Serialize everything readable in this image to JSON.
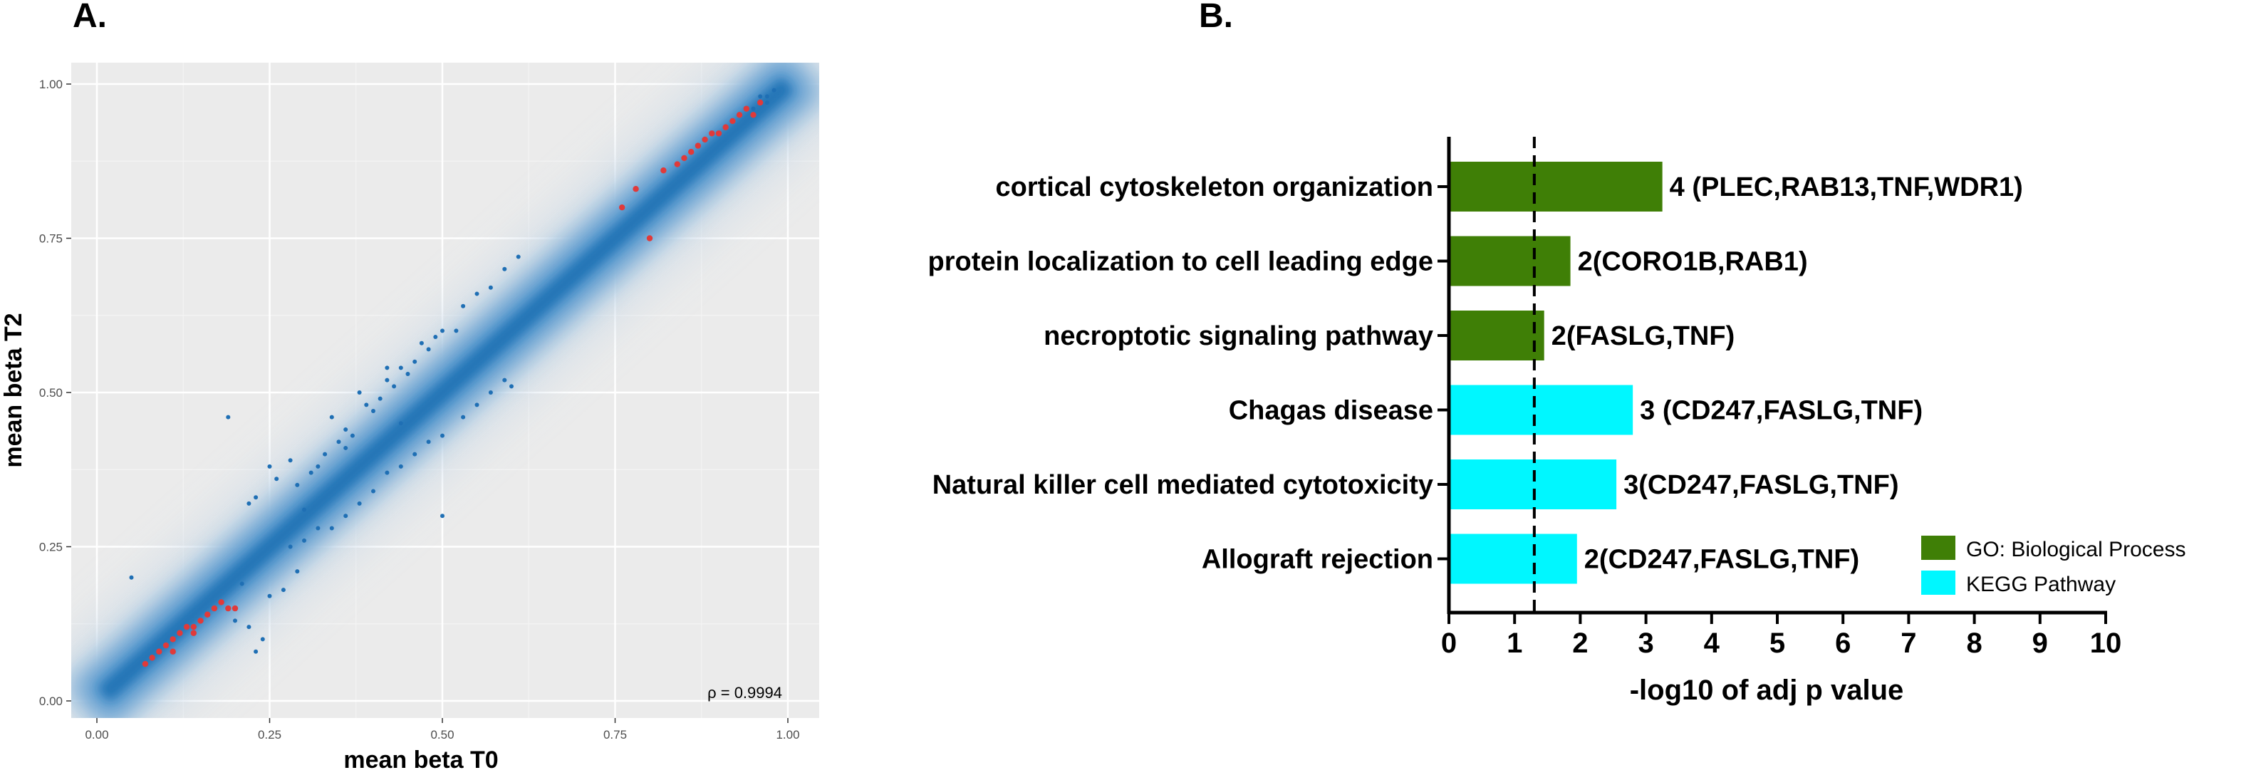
{
  "panels": {
    "a_label": "A.",
    "b_label": "B."
  },
  "chart_data": [
    {
      "type": "scatter",
      "panel": "A.",
      "xlabel": "mean beta T0",
      "ylabel": "mean beta T2",
      "xlim": [
        0,
        1
      ],
      "ylim": [
        0,
        1
      ],
      "x_ticks": [
        "0.00",
        "0.25",
        "0.50",
        "0.75",
        "1.00"
      ],
      "y_ticks": [
        "0.00",
        "0.25",
        "0.50",
        "0.75",
        "1.00"
      ],
      "grid": true,
      "background_color": "#ebebeb",
      "density_color": "#2f7fbf",
      "annotation": "ρ = 0.9994",
      "series": [
        {
          "color": "#1f6fb4",
          "points": [
            [
              0.05,
              0.2
            ],
            [
              0.19,
              0.46
            ],
            [
              0.22,
              0.32
            ],
            [
              0.23,
              0.33
            ],
            [
              0.25,
              0.38
            ],
            [
              0.26,
              0.36
            ],
            [
              0.28,
              0.39
            ],
            [
              0.29,
              0.35
            ],
            [
              0.31,
              0.37
            ],
            [
              0.32,
              0.38
            ],
            [
              0.33,
              0.4
            ],
            [
              0.35,
              0.42
            ],
            [
              0.36,
              0.41
            ],
            [
              0.37,
              0.43
            ],
            [
              0.38,
              0.5
            ],
            [
              0.39,
              0.48
            ],
            [
              0.4,
              0.47
            ],
            [
              0.41,
              0.49
            ],
            [
              0.42,
              0.52
            ],
            [
              0.43,
              0.51
            ],
            [
              0.44,
              0.54
            ],
            [
              0.45,
              0.53
            ],
            [
              0.46,
              0.55
            ],
            [
              0.47,
              0.58
            ],
            [
              0.48,
              0.57
            ],
            [
              0.49,
              0.59
            ],
            [
              0.5,
              0.6
            ],
            [
              0.52,
              0.6
            ],
            [
              0.53,
              0.64
            ],
            [
              0.55,
              0.66
            ],
            [
              0.57,
              0.67
            ],
            [
              0.59,
              0.7
            ],
            [
              0.61,
              0.72
            ],
            [
              0.28,
              0.25
            ],
            [
              0.3,
              0.26
            ],
            [
              0.32,
              0.28
            ],
            [
              0.34,
              0.28
            ],
            [
              0.36,
              0.3
            ],
            [
              0.38,
              0.32
            ],
            [
              0.4,
              0.34
            ],
            [
              0.42,
              0.37
            ],
            [
              0.44,
              0.38
            ],
            [
              0.46,
              0.4
            ],
            [
              0.48,
              0.42
            ],
            [
              0.5,
              0.43
            ],
            [
              0.53,
              0.46
            ],
            [
              0.55,
              0.48
            ],
            [
              0.57,
              0.5
            ],
            [
              0.59,
              0.52
            ],
            [
              0.6,
              0.51
            ],
            [
              0.25,
              0.17
            ],
            [
              0.27,
              0.18
            ],
            [
              0.29,
              0.21
            ],
            [
              0.22,
              0.12
            ],
            [
              0.23,
              0.08
            ],
            [
              0.24,
              0.1
            ],
            [
              0.2,
              0.13
            ],
            [
              0.36,
              0.44
            ],
            [
              0.34,
              0.46
            ],
            [
              0.42,
              0.54
            ],
            [
              0.5,
              0.3
            ],
            [
              0.21,
              0.19
            ],
            [
              0.3,
              0.31
            ],
            [
              0.44,
              0.45
            ],
            [
              0.96,
              0.98
            ],
            [
              0.97,
              0.97
            ],
            [
              0.95,
              0.96
            ],
            [
              0.98,
              0.99
            ],
            [
              0.96,
              0.97
            ],
            [
              0.97,
              0.98
            ],
            [
              0.94,
              0.96
            ],
            [
              0.93,
              0.95
            ]
          ]
        },
        {
          "color": "#e03a3a",
          "points": [
            [
              0.07,
              0.06
            ],
            [
              0.08,
              0.07
            ],
            [
              0.09,
              0.08
            ],
            [
              0.1,
              0.09
            ],
            [
              0.11,
              0.1
            ],
            [
              0.12,
              0.11
            ],
            [
              0.13,
              0.12
            ],
            [
              0.14,
              0.12
            ],
            [
              0.15,
              0.13
            ],
            [
              0.16,
              0.14
            ],
            [
              0.17,
              0.15
            ],
            [
              0.18,
              0.16
            ],
            [
              0.19,
              0.15
            ],
            [
              0.2,
              0.15
            ],
            [
              0.14,
              0.11
            ],
            [
              0.11,
              0.08
            ],
            [
              0.76,
              0.8
            ],
            [
              0.78,
              0.83
            ],
            [
              0.8,
              0.75
            ],
            [
              0.82,
              0.86
            ],
            [
              0.84,
              0.87
            ],
            [
              0.85,
              0.88
            ],
            [
              0.86,
              0.89
            ],
            [
              0.87,
              0.9
            ],
            [
              0.88,
              0.91
            ],
            [
              0.89,
              0.92
            ],
            [
              0.9,
              0.92
            ],
            [
              0.91,
              0.93
            ],
            [
              0.92,
              0.94
            ],
            [
              0.93,
              0.95
            ],
            [
              0.94,
              0.96
            ],
            [
              0.95,
              0.95
            ],
            [
              0.96,
              0.97
            ]
          ]
        }
      ]
    },
    {
      "type": "bar",
      "panel": "B.",
      "orientation": "horizontal",
      "categories": [
        "cortical cytoskeleton organization",
        "protein localization to cell leading edge",
        "necroptotic signaling pathway",
        "Chagas disease",
        "Natural killer cell mediated cytotoxicity",
        "Allograft rejection"
      ],
      "values": [
        3.25,
        1.85,
        1.45,
        2.8,
        2.55,
        1.95
      ],
      "bar_labels": [
        "4 (PLEC,RAB13,TNF,WDR1)",
        "2(CORO1B,RAB1)",
        "2(FASLG,TNF)",
        "3 (CD247,FASLG,TNF)",
        "3(CD247,FASLG,TNF)",
        "2(CD247,FASLG,TNF)"
      ],
      "groups": [
        "GO: Biological Process",
        "GO: Biological Process",
        "GO: Biological Process",
        "KEGG Pathway",
        "KEGG Pathway",
        "KEGG Pathway"
      ],
      "xlabel": "-log10 of adj p value",
      "xlim": [
        0,
        10
      ],
      "x_ticks": [
        "0",
        "1",
        "2",
        "3",
        "4",
        "5",
        "6",
        "7",
        "8",
        "9",
        "10"
      ],
      "threshold": 1.3,
      "legend": [
        {
          "name": "GO: Biological Process",
          "color": "#3f7f06"
        },
        {
          "name": "KEGG Pathway",
          "color": "#00f7ff"
        }
      ],
      "legend_position": "bottom-right"
    }
  ]
}
